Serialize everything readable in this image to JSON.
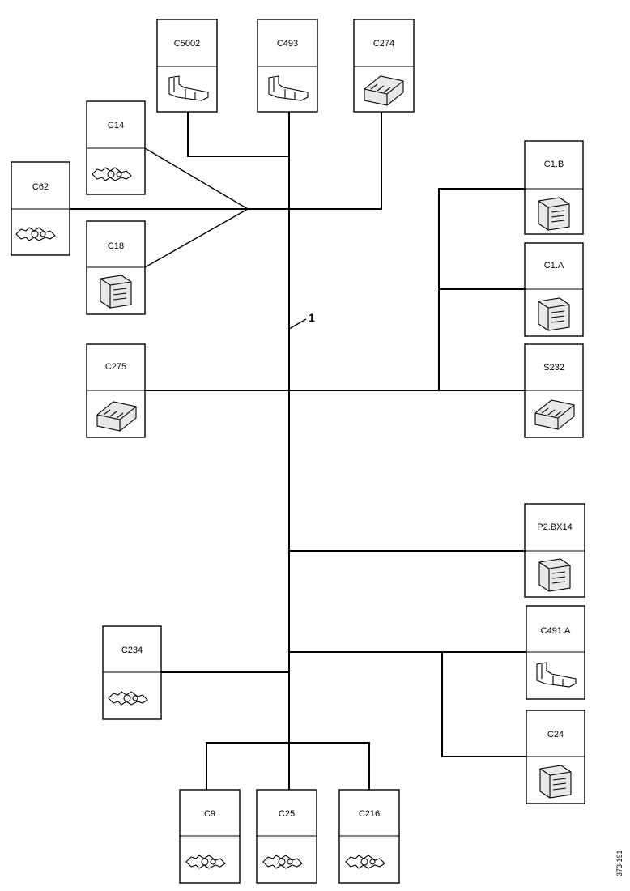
{
  "diagram": {
    "harness_ref": "1",
    "doc_code": "373 191",
    "connectors": {
      "C5002": "C5002",
      "C493": "C493",
      "C274": "C274",
      "C14": "C14",
      "C62": "C62",
      "C18": "C18",
      "C275": "C275",
      "C1B": "C1.B",
      "C1A": "C1.A",
      "S232": "S232",
      "P2BX14": "P2.BX14",
      "C491A": "C491.A",
      "C24": "C24",
      "C234": "C234",
      "C9": "C9",
      "C25": "C25",
      "C216": "C216"
    }
  }
}
